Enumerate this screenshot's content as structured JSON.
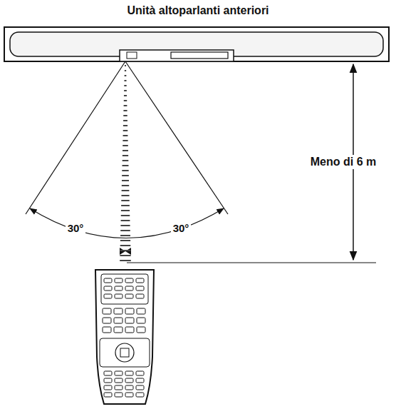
{
  "diagram": {
    "labels": [
      "Unità altoparlanti anteriori",
      "30°",
      "30°",
      "Meno di 6 m"
    ]
  }
}
